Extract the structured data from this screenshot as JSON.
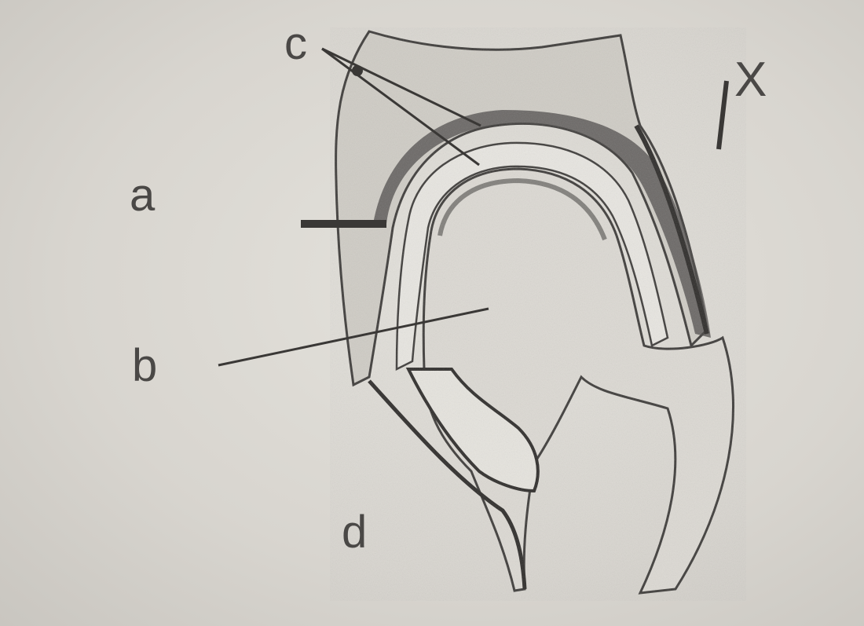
{
  "figure": {
    "labels": {
      "a": "a",
      "b": "b",
      "c": "c",
      "d": "d",
      "x": "X"
    }
  }
}
